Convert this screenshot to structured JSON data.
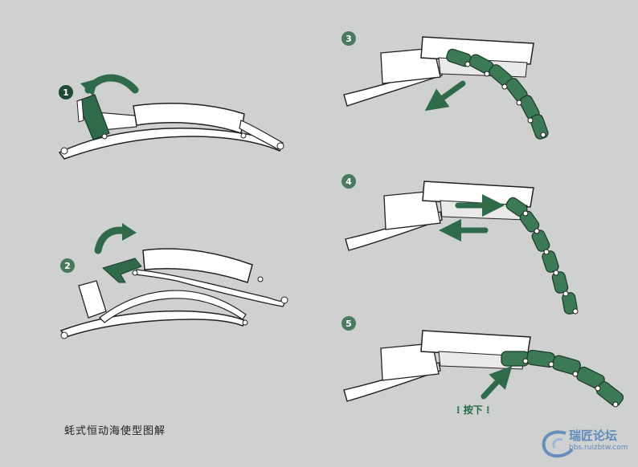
{
  "caption": "蚝式恒动海使型图解",
  "steps": [
    "1",
    "2",
    "3",
    "4",
    "5"
  ],
  "press_label": "按下",
  "watermark": {
    "name": "瑞匠论坛",
    "url": "bbs.ruizbtw.com"
  },
  "colors": {
    "background": "#cfd0d0",
    "accent_green": "#2f6b4a",
    "link_green": "#3c7a55",
    "metal_fill": "#ffffff",
    "outline": "#222222",
    "watermark_blue": "#4d7fb8"
  }
}
